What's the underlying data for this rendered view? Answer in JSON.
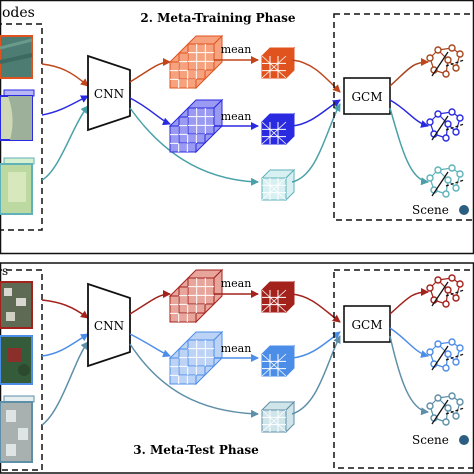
{
  "colors": {
    "orange": "#e0531f",
    "orange_light": "#f6a27e",
    "blue": "#2a2ae0",
    "blue_light": "#9a9af2",
    "teal": "#5fb2b9",
    "teal_light": "#d8f0f1",
    "brown": "#a7451d",
    "darkred": "#a3221c",
    "lightblue": "#4c8de8",
    "lightblue_light": "#bcd3f6",
    "steel": "#5e8fa8",
    "steel_light": "#cfe5ea",
    "black": "#111111"
  },
  "icons": [
    "support-image-icon",
    "query-image-icon",
    "feature-cube-icon",
    "scene-graph-icon"
  ],
  "top": {
    "episodes_label": "odes",
    "phase_title": "2. Meta-Training Phase",
    "cnn_label": "CNN",
    "mean_labels": [
      "mean",
      "mean"
    ],
    "gcm_label": "GCM",
    "scene_label": "Scene"
  },
  "bottom": {
    "episodes_label": "s",
    "phase_title": "3. Meta-Test Phase",
    "cnn_label": "CNN",
    "mean_labels": [
      "mean",
      "mean"
    ],
    "gcm_label": "GCM",
    "scene_label": "Scene"
  }
}
